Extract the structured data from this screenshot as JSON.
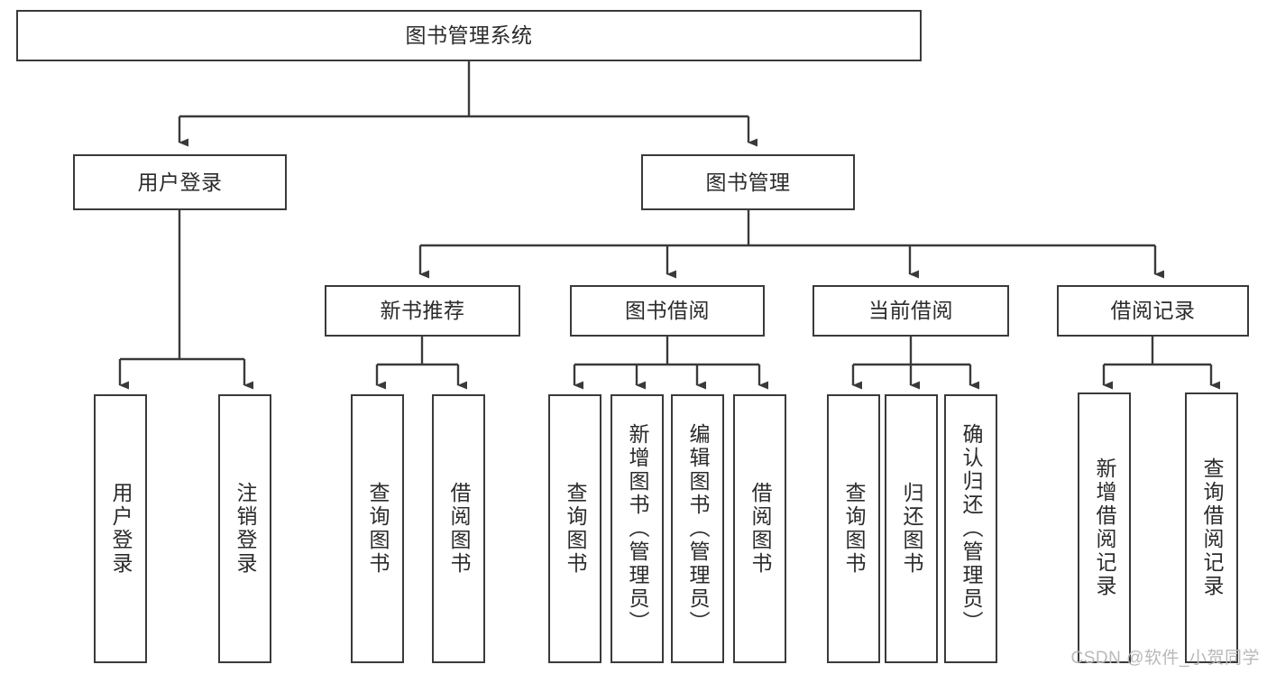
{
  "diagram": {
    "type": "tree-hierarchy",
    "title": "图书管理系统",
    "root": {
      "id": "root",
      "label": "图书管理系统",
      "orientation": "horizontal"
    },
    "level1": [
      {
        "id": "user-login",
        "label": "用户登录",
        "orientation": "horizontal"
      },
      {
        "id": "book-management",
        "label": "图书管理",
        "orientation": "horizontal"
      }
    ],
    "level2": [
      {
        "id": "new-book-recommend",
        "label": "新书推荐",
        "parent": "book-management",
        "orientation": "horizontal"
      },
      {
        "id": "book-borrow",
        "label": "图书借阅",
        "parent": "book-management",
        "orientation": "horizontal"
      },
      {
        "id": "current-borrow",
        "label": "当前借阅",
        "parent": "book-management",
        "orientation": "horizontal"
      },
      {
        "id": "borrow-record",
        "label": "借阅记录",
        "parent": "book-management",
        "orientation": "horizontal"
      }
    ],
    "leaves": [
      {
        "id": "leaf-user-login",
        "label": "用户登录",
        "parent": "user-login",
        "orientation": "vertical"
      },
      {
        "id": "leaf-logout",
        "label": "注销登录",
        "parent": "user-login",
        "orientation": "vertical"
      },
      {
        "id": "leaf-query-book-1",
        "label": "查询图书",
        "parent": "new-book-recommend",
        "orientation": "vertical"
      },
      {
        "id": "leaf-borrow-book-1",
        "label": "借阅图书",
        "parent": "new-book-recommend",
        "orientation": "vertical"
      },
      {
        "id": "leaf-query-book-2",
        "label": "查询图书",
        "parent": "book-borrow",
        "orientation": "vertical"
      },
      {
        "id": "leaf-add-book",
        "label": "新增图书（管理员）",
        "parent": "book-borrow",
        "orientation": "vertical"
      },
      {
        "id": "leaf-edit-book",
        "label": "编辑图书（管理员）",
        "parent": "book-borrow",
        "orientation": "vertical"
      },
      {
        "id": "leaf-borrow-book-2",
        "label": "借阅图书",
        "parent": "book-borrow",
        "orientation": "vertical"
      },
      {
        "id": "leaf-query-book-3",
        "label": "查询图书",
        "parent": "current-borrow",
        "orientation": "vertical"
      },
      {
        "id": "leaf-return-book",
        "label": "归还图书",
        "parent": "current-borrow",
        "orientation": "vertical"
      },
      {
        "id": "leaf-confirm-return",
        "label": "确认归还（管理员）",
        "parent": "current-borrow",
        "orientation": "vertical"
      },
      {
        "id": "leaf-add-record",
        "label": "新增借阅记录",
        "parent": "borrow-record",
        "orientation": "vertical"
      },
      {
        "id": "leaf-query-record",
        "label": "查询借阅记录",
        "parent": "borrow-record",
        "orientation": "vertical"
      }
    ],
    "watermark": "CSDN @软件_小贺同学",
    "colors": {
      "background": "#ffffff",
      "box_fill": "#ffffff",
      "box_stroke": "#3a3a3a",
      "connector": "#3a3a3a",
      "text": "#2b2b2b",
      "watermark": "#b9b9b9"
    }
  }
}
